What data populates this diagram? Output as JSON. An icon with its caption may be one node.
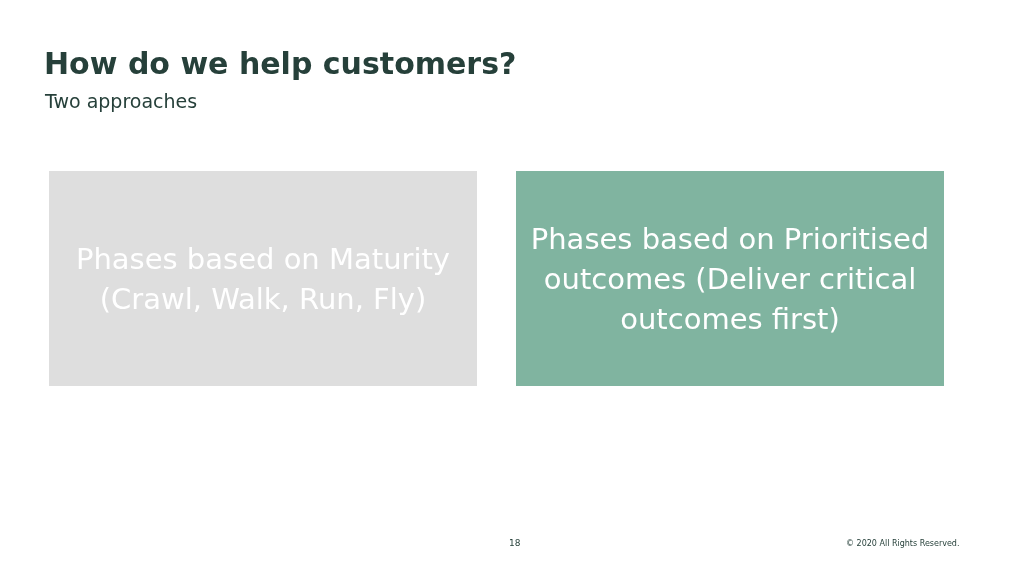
{
  "diagram": {
    "title": "How do we help customers?",
    "nodes": [
      {
        "text": [
          "Phases based on Maturity (Crawl, Walk, Run, Fly)"
        ]
      },
      {
        "text": [
          "Phases based on Prioritised outcomes (Deliver critical outcomes first)"
        ]
      }
    ],
    "labels": [
      "Two approaches",
      "18",
      "© 2020 All Rights Reserved."
    ]
  }
}
